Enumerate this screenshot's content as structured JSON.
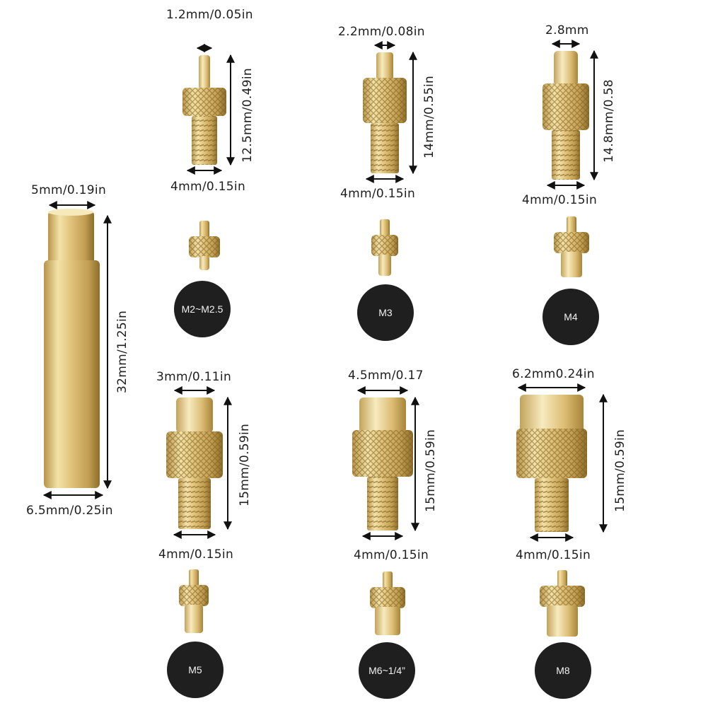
{
  "colors": {
    "brass_light": "#f1dfa4",
    "brass_mid": "#d6b462",
    "brass_dark": "#9c7a2c",
    "badge": "#1f1f1f",
    "arrow": "#111111"
  },
  "sleeve": {
    "top_width": "5mm/0.19in",
    "length": "32mm/1.25in",
    "bottom_width": "6.5mm/0.25in"
  },
  "pins": [
    {
      "tip_width": "1.2mm/0.05in",
      "length": "12.5mm/0.49in",
      "thread_width": "4mm/0.15in",
      "size": "M2~M2.5"
    },
    {
      "tip_width": "2.2mm/0.08in",
      "length": "14mm/0.55in",
      "thread_width": "4mm/0.15in",
      "size": "M3"
    },
    {
      "tip_width": "2.8mm",
      "length": "14.8mm/0.58",
      "thread_width": "4mm/0.15in",
      "size": "M4"
    },
    {
      "tip_width": "3mm/0.11in",
      "length": "15mm/0.59in",
      "thread_width": "4mm/0.15in",
      "size": "M5"
    },
    {
      "tip_width": "4.5mm/0.17",
      "length": "15mm/0.59in",
      "thread_width": "4mm/0.15in",
      "size": "M6~1/4”"
    },
    {
      "tip_width": "6.2mm0.24in",
      "length": "15mm/0.59in",
      "thread_width": "4mm/0.15in",
      "size": "M8"
    }
  ]
}
